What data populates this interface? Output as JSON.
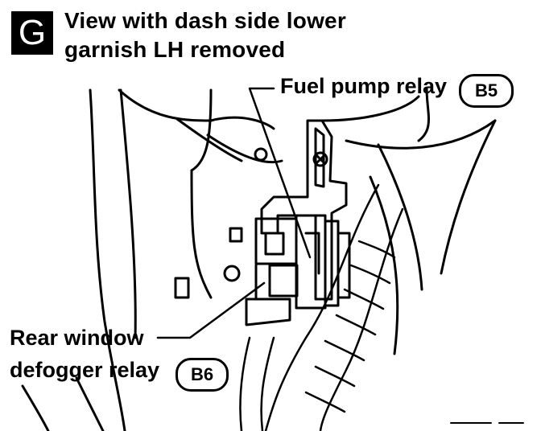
{
  "badge": {
    "letter": "G"
  },
  "title": {
    "line1": "View with dash side lower",
    "line2": "garnish LH removed"
  },
  "callouts": {
    "fuel_pump": {
      "label": "Fuel pump relay",
      "ref": "B5"
    },
    "rear_defogger": {
      "label_line1": "Rear window",
      "label_line2": "defogger relay",
      "ref": "B6"
    }
  }
}
